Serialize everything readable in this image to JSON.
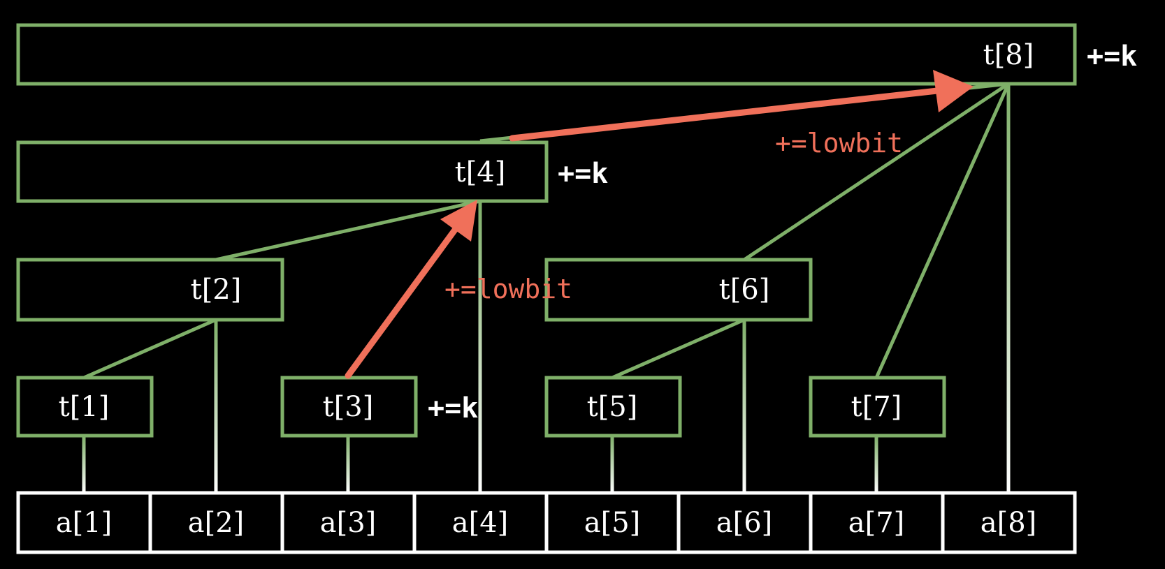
{
  "colors": {
    "tree_node": "#7fb069",
    "array_cell": "#ffffff",
    "update_path": "#f0705a",
    "text": "#ffffff",
    "background": "#000000"
  },
  "array": [
    "a[1]",
    "a[2]",
    "a[3]",
    "a[4]",
    "a[5]",
    "a[6]",
    "a[7]",
    "a[8]"
  ],
  "tree": {
    "t1": "t[1]",
    "t2": "t[2]",
    "t3": "t[3]",
    "t4": "t[4]",
    "t5": "t[5]",
    "t6": "t[6]",
    "t7": "t[7]",
    "t8": "t[8]"
  },
  "ops": {
    "t3_add": "+=k",
    "t4_add": "+=k",
    "t8_add": "+=k",
    "step1_lowbit": "+=lowbit",
    "step2_lowbit": "+=lowbit"
  }
}
